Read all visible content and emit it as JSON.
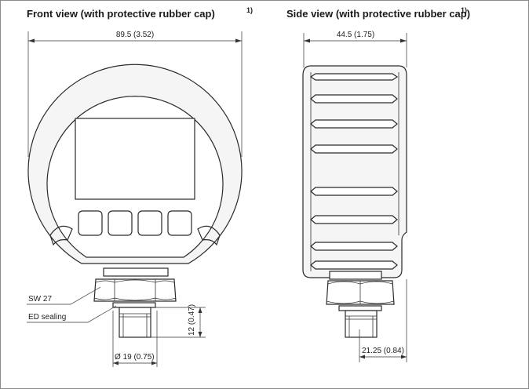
{
  "front_view": {
    "title": "Front view (with protective rubber cap)",
    "note_ref": "1)",
    "dim_width": "89.5 (3.52)",
    "label_sw": "SW 27",
    "label_sealing": "ED sealing",
    "dim_thread_height": "12 (0.47)",
    "dim_diameter": "Ø 19 (0.75)"
  },
  "side_view": {
    "title": "Side view (with protective rubber cap)",
    "note_ref": "1)",
    "dim_depth": "44.5 (1.75)",
    "dim_bottom": "21.25 (0.84)"
  }
}
